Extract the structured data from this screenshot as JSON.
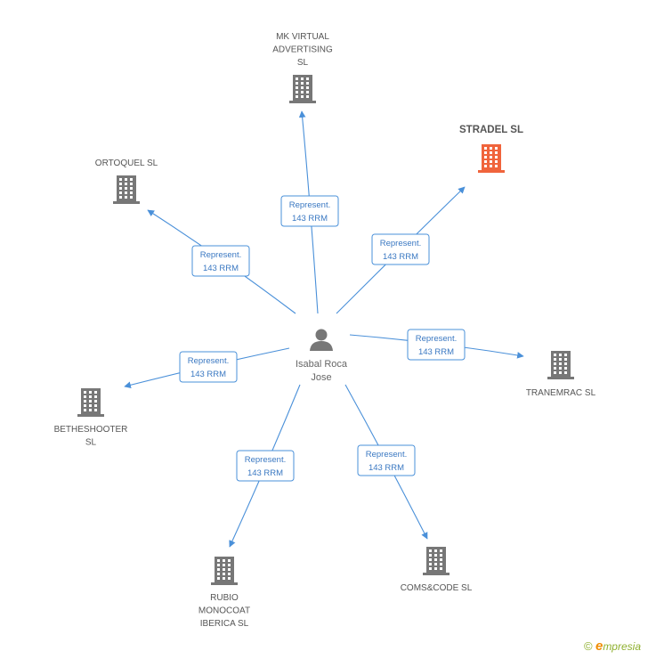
{
  "person": {
    "name_line1": "Isabal Roca",
    "name_line2": "Jose"
  },
  "colors": {
    "edge": "#4a90d9",
    "building": "#777777",
    "building_main": "#f0643c",
    "person": "#777777"
  },
  "companies": [
    {
      "id": "mk",
      "lines": [
        "MK VIRTUAL",
        "ADVERTISING",
        "SL"
      ],
      "main": false
    },
    {
      "id": "stradel",
      "lines": [
        "STRADEL SL"
      ],
      "main": true
    },
    {
      "id": "ortoquel",
      "lines": [
        "ORTOQUEL SL"
      ],
      "main": false
    },
    {
      "id": "tranemrac",
      "lines": [
        "TRANEMRAC SL"
      ],
      "main": false
    },
    {
      "id": "betheshooter",
      "lines": [
        "BETHESHOOTER",
        "SL"
      ],
      "main": false
    },
    {
      "id": "rubio",
      "lines": [
        "RUBIO",
        "MONOCOAT",
        "IBERICA  SL"
      ],
      "main": false
    },
    {
      "id": "comscode",
      "lines": [
        "COMS&CODE SL"
      ],
      "main": false
    }
  ],
  "relations": [
    {
      "to": "mk",
      "line1": "Represent.",
      "line2": "143 RRM"
    },
    {
      "to": "stradel",
      "line1": "Represent.",
      "line2": "143 RRM"
    },
    {
      "to": "ortoquel",
      "line1": "Represent.",
      "line2": "143 RRM"
    },
    {
      "to": "tranemrac",
      "line1": "Represent.",
      "line2": "143 RRM"
    },
    {
      "to": "betheshooter",
      "line1": "Represent.",
      "line2": "143 RRM"
    },
    {
      "to": "rubio",
      "line1": "Represent.",
      "line2": "143 RRM"
    },
    {
      "to": "comscode",
      "line1": "Represent.",
      "line2": "143 RRM"
    }
  ],
  "footer": {
    "copyright": "©",
    "brand_e": "e",
    "brand_rest": "mpresia"
  }
}
